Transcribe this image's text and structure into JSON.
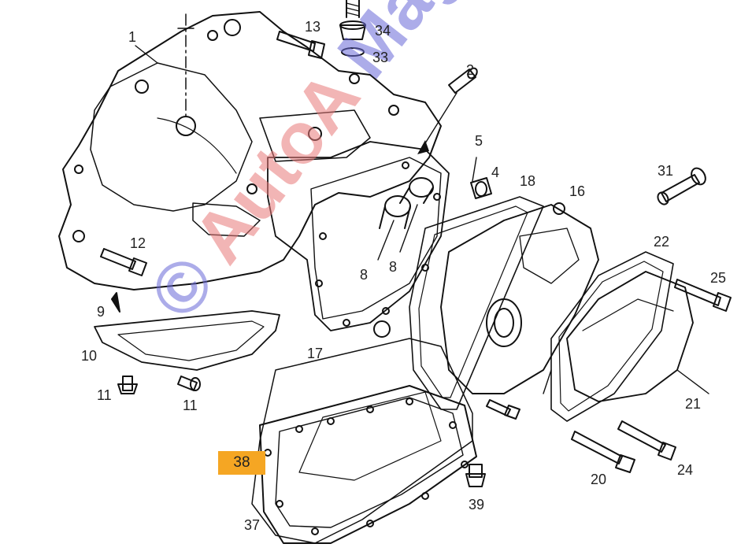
{
  "labels": {
    "l1": "1",
    "l2": "2",
    "l4": "4",
    "l5": "5",
    "l8a": "8",
    "l8b": "8",
    "l9": "9",
    "l10": "10",
    "l11a": "11",
    "l11b": "11",
    "l12": "12",
    "l13": "13",
    "l16": "16",
    "l17": "17",
    "l18": "18",
    "l20": "20",
    "l21": "21",
    "l22": "22",
    "l24": "24",
    "l25": "25",
    "l31": "31",
    "l33": "33",
    "l34": "34",
    "l37": "37",
    "l39": "39"
  },
  "highlight": {
    "label": "38",
    "color": "#f5a623"
  },
  "watermark": {
    "copyright": "©",
    "brand_a": "AutoA",
    "brand_b": "Magazin"
  }
}
